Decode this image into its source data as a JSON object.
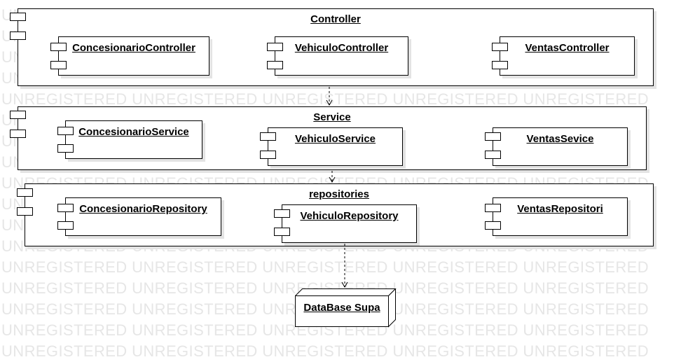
{
  "watermark_text": "UNREGISTERED UNREGISTERED UNREGISTERED UNREGISTERED UNREGISTERED",
  "packages": {
    "controller": {
      "title": "Controller",
      "components": [
        "ConcesionarioController",
        "VehiculoController",
        "VentasController"
      ]
    },
    "service": {
      "title": "Service",
      "components": [
        "ConcesionarioService",
        "VehiculoService",
        "VentasSevice"
      ]
    },
    "repositories": {
      "title": "repositories",
      "components": [
        "ConcesionarioRepository",
        "VehiculoRepository",
        "VentasRepositori"
      ]
    }
  },
  "database": {
    "label": "DataBase Supa"
  },
  "colors": {
    "line": "#000000",
    "shadow": "#e3e3e3",
    "watermark": "#e6e6e6",
    "background": "#ffffff"
  }
}
